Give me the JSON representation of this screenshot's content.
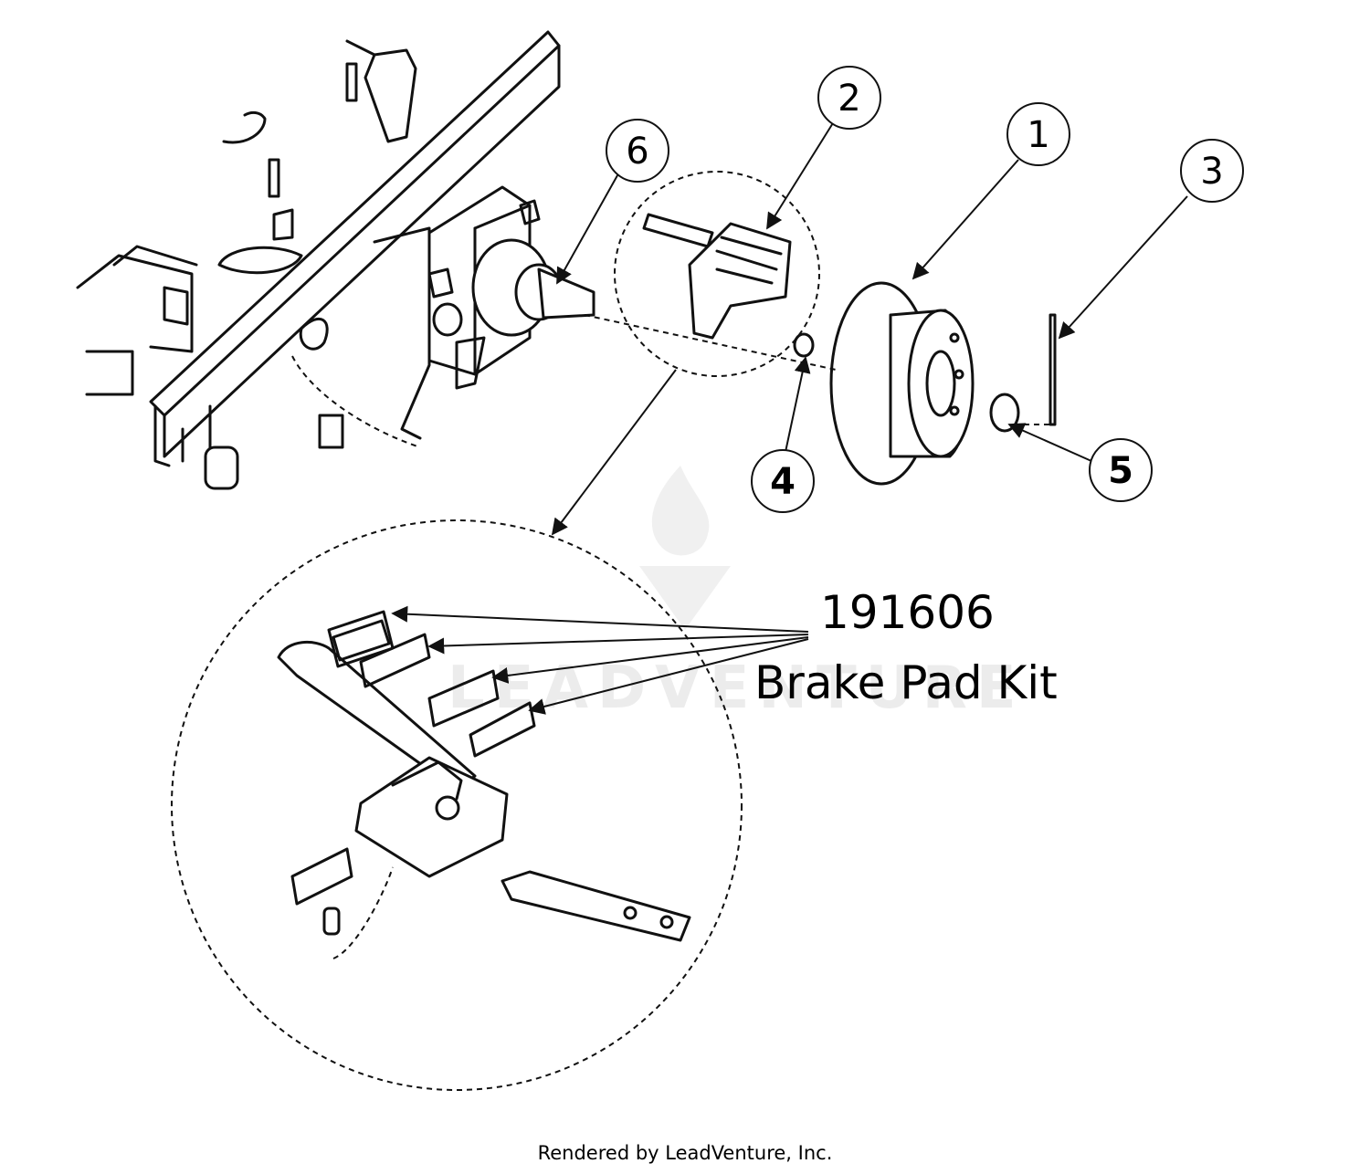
{
  "callouts": [
    "1",
    "2",
    "3",
    "4",
    "5",
    "6"
  ],
  "kit": {
    "part_number": "191606",
    "name": "Brake Pad Kit"
  },
  "watermark": "LEADVENTURE",
  "footer": "Rendered by LeadVenture, Inc."
}
